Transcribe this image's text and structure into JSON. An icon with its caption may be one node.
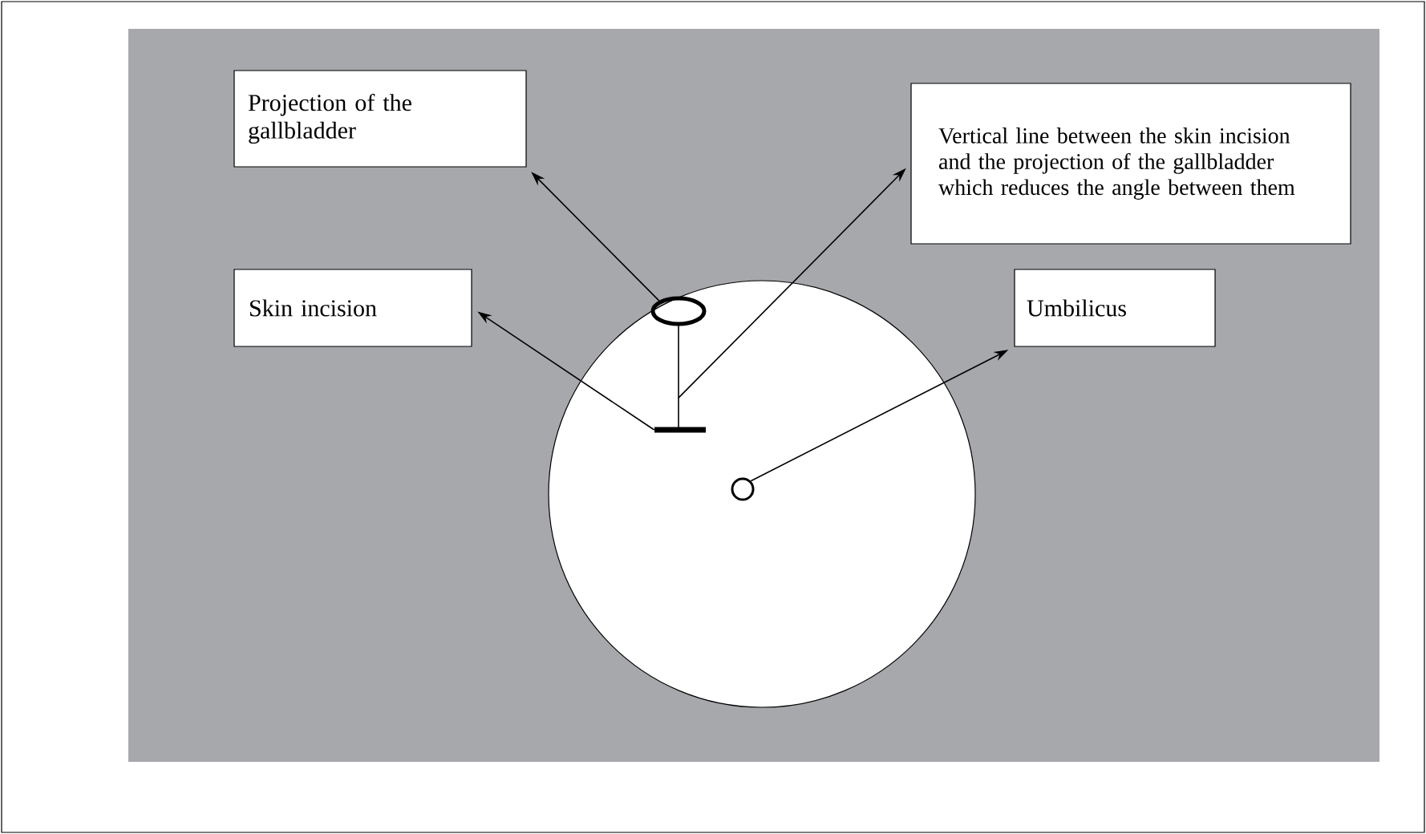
{
  "diagram": {
    "nodes": [
      {
        "text": [
          "Projection of the gallbladder"
        ]
      },
      {
        "text": [
          "Vertical line between the skin incision and the projection  of the gallbladder which reduces the angle between them"
        ]
      },
      {
        "text": [
          "Skin incision"
        ]
      },
      {
        "text": [
          "Umbilicus"
        ]
      },
      {
        "text": [],
        "shape": "ellipse"
      },
      {
        "text": [],
        "shape": "line"
      },
      {
        "text": [],
        "shape": "bar"
      },
      {
        "text": [],
        "shape": "circle"
      }
    ],
    "edges": [
      {
        "from": 4,
        "to": 0,
        "arrow": "to"
      },
      {
        "from": 5,
        "to": 1,
        "arrow": "to"
      },
      {
        "from": 6,
        "to": 2,
        "arrow": "to"
      },
      {
        "from": 7,
        "to": 3,
        "arrow": "to"
      }
    ]
  }
}
